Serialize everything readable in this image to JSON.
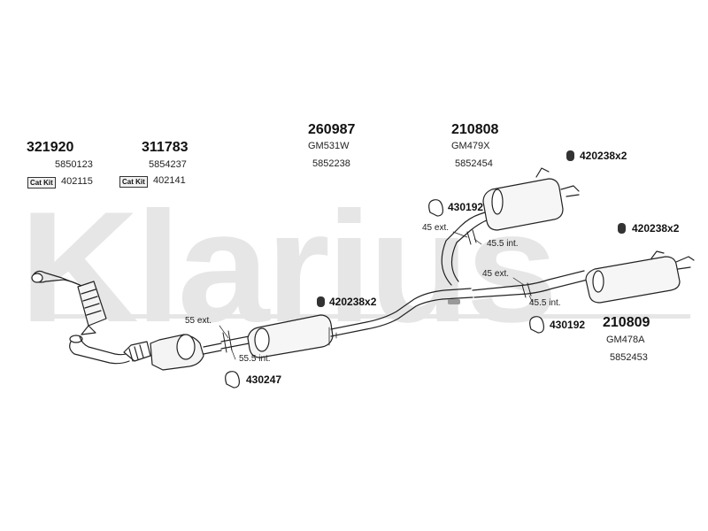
{
  "watermark": {
    "brand": "Klarius"
  },
  "labels": {
    "p321920": {
      "number": "321920",
      "ref": "5850123",
      "cat_kit": "Cat Kit",
      "cat_kit_ref": "402115"
    },
    "p311783": {
      "number": "311783",
      "ref": "5854237",
      "cat_kit": "Cat Kit",
      "cat_kit_ref": "402141"
    },
    "p260987": {
      "number": "260987",
      "code": "GM531W",
      "ref": "5852238"
    },
    "p210808": {
      "number": "210808",
      "code": "GM479X",
      "ref": "5852454"
    },
    "p210809": {
      "number": "210809",
      "code": "GM478A",
      "ref": "5852453"
    }
  },
  "hardware": {
    "h420238_top": "420238x2",
    "h420238_right": "420238x2",
    "h420238_mid": "420238x2",
    "h430192_top": "430192",
    "h430192_bottom": "430192",
    "h430247": "430247"
  },
  "dimensions": {
    "d55_ext": "55 ext.",
    "d55_5_int": "55.5 int.",
    "d45_ext_top": "45 ext.",
    "d45_5_int_top": "45.5 int.",
    "d45_ext_bottom": "45 ext.",
    "d45_5_int_bottom": "45.5 int."
  }
}
